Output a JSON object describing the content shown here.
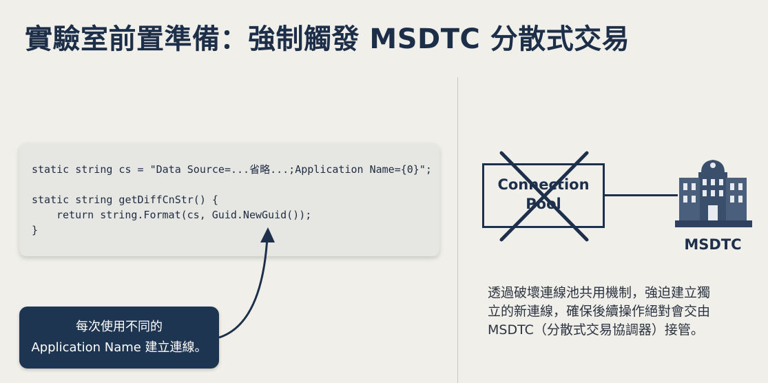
{
  "title": "實驗室前置準備：強制觸發 MSDTC 分散式交易",
  "code": {
    "line1": "static string cs = \"Data Source=...省略...;Application Name={0}\";",
    "line2": "static string getDiffCnStr() {",
    "line3": "return string.Format(cs, Guid.NewGuid());",
    "line4": "}"
  },
  "callout": {
    "line1": "每次使用不同的",
    "line2": "Application Name 建立連線。"
  },
  "diagram": {
    "pool_line1": "Connection",
    "pool_line2": "Pool",
    "coordinator_label": "MSDTC",
    "icons": [
      "cross-mark-icon",
      "building-icon"
    ],
    "colors": {
      "ink": "#1d2f4a",
      "callout_bg": "#1e3552",
      "background": "#f0efea"
    }
  },
  "description": {
    "line1": "透過破壞連線池共用機制，強迫建立獨",
    "line2": "立的新連線，確保後續操作絕對會交由",
    "line3": "MSDTC（分散式交易協調器）接管。"
  }
}
